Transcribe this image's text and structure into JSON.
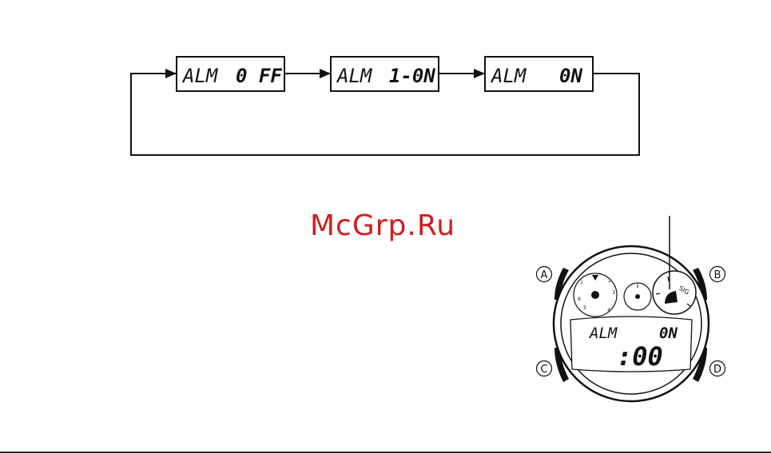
{
  "watermark": "McGrp.Ru",
  "flow": {
    "steps": [
      {
        "left": "ALM",
        "right": "0 FF"
      },
      {
        "left": "ALM",
        "right": "1-0N"
      },
      {
        "left": "ALM",
        "right": "0N"
      }
    ]
  },
  "watch": {
    "buttons": {
      "a": "A",
      "b": "B",
      "c": "C",
      "d": "D"
    },
    "sig_label": "SIG",
    "display": {
      "top_left": "ALM",
      "top_right": "0N",
      "main": ":00"
    },
    "dial_marks": [
      "6",
      "5",
      "4",
      "3",
      "2",
      "1"
    ]
  }
}
